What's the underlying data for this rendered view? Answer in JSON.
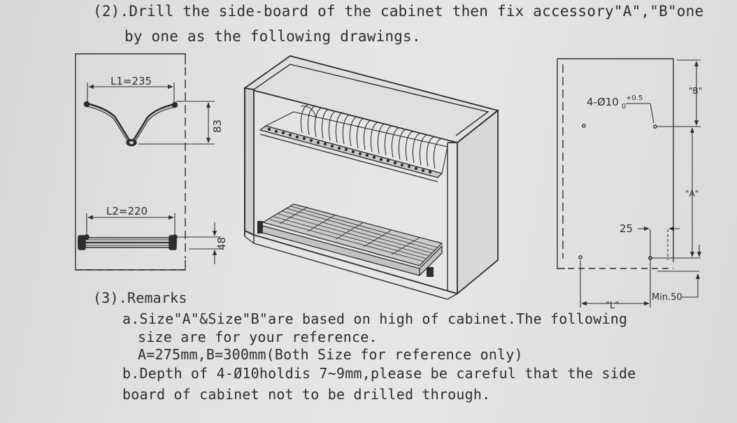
{
  "instructions": {
    "step2_line1": "(2).Drill the side-board of the cabinet then fix accessory\"A\",\"B\"one",
    "step2_line2": "by one as the following drawings."
  },
  "drawing_left": {
    "l1_label": "L1=235",
    "l2_label": "L2=220",
    "dim_83": "83",
    "dim_48": "48"
  },
  "drawing_right": {
    "hole_spec_main": "4-Ø10",
    "hole_tol_upper": "+0.5",
    "hole_tol_lower": "0",
    "label_b": "\"B\"",
    "label_a": "\"A\"",
    "dim_25": "25",
    "label_l": "\"L\"",
    "min_50": "Min.50"
  },
  "remarks": {
    "title": "(3).Remarks",
    "a_line1": "a.Size\"A\"&Size\"B\"are based on high of cabinet.The following",
    "a_line2": "size are for your reference.",
    "a_line3": "A=275mm,B=300mm(Both Size for reference only)",
    "b_line1": "b.Depth of 4-Ø10holdis 7~9mm,please be careful that the side",
    "b_line2": "board of cabinet not to be drilled through."
  }
}
